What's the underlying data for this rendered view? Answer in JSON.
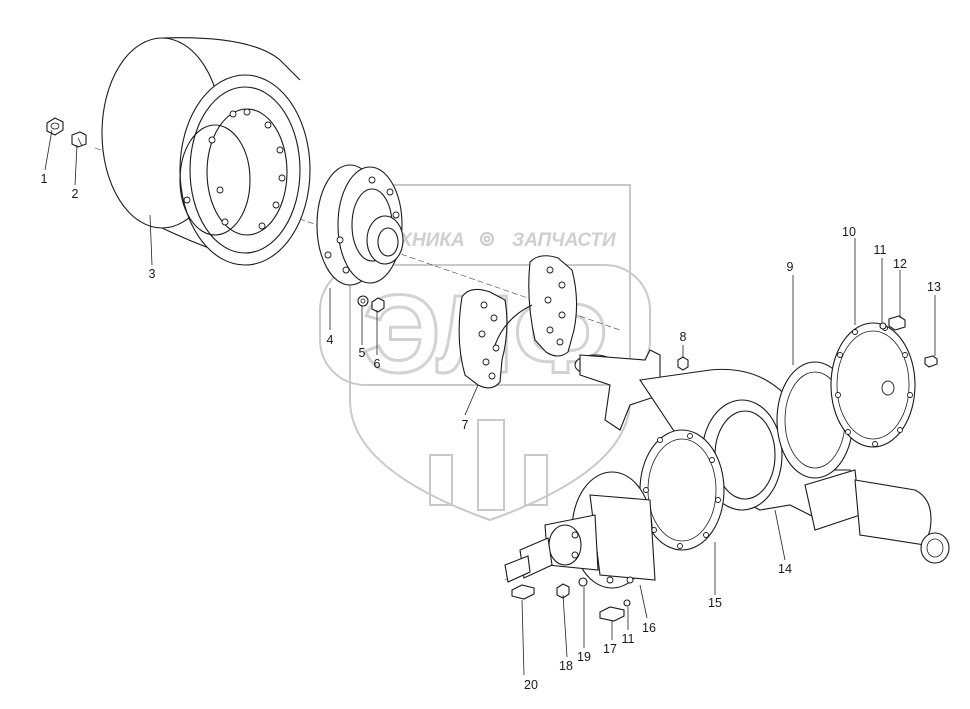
{
  "watermark": {
    "left_text": "ТЕХНИКА",
    "right_text": "ЗАПЧАСТИ",
    "logo_text": "ЭЛФ",
    "gear_icon": "gear-icon"
  },
  "callouts": [
    {
      "id": "1",
      "label": "1"
    },
    {
      "id": "2",
      "label": "2"
    },
    {
      "id": "3",
      "label": "3"
    },
    {
      "id": "4",
      "label": "4"
    },
    {
      "id": "5",
      "label": "5"
    },
    {
      "id": "6",
      "label": "6"
    },
    {
      "id": "7",
      "label": "7"
    },
    {
      "id": "8",
      "label": "8"
    },
    {
      "id": "9",
      "label": "9"
    },
    {
      "id": "10",
      "label": "10"
    },
    {
      "id": "11a",
      "label": "11"
    },
    {
      "id": "12",
      "label": "12"
    },
    {
      "id": "13",
      "label": "13"
    },
    {
      "id": "14",
      "label": "14"
    },
    {
      "id": "15",
      "label": "15"
    },
    {
      "id": "16",
      "label": "16"
    },
    {
      "id": "11b",
      "label": "11"
    },
    {
      "id": "17",
      "label": "17"
    },
    {
      "id": "18",
      "label": "18"
    },
    {
      "id": "19",
      "label": "19"
    },
    {
      "id": "20",
      "label": "20"
    }
  ]
}
